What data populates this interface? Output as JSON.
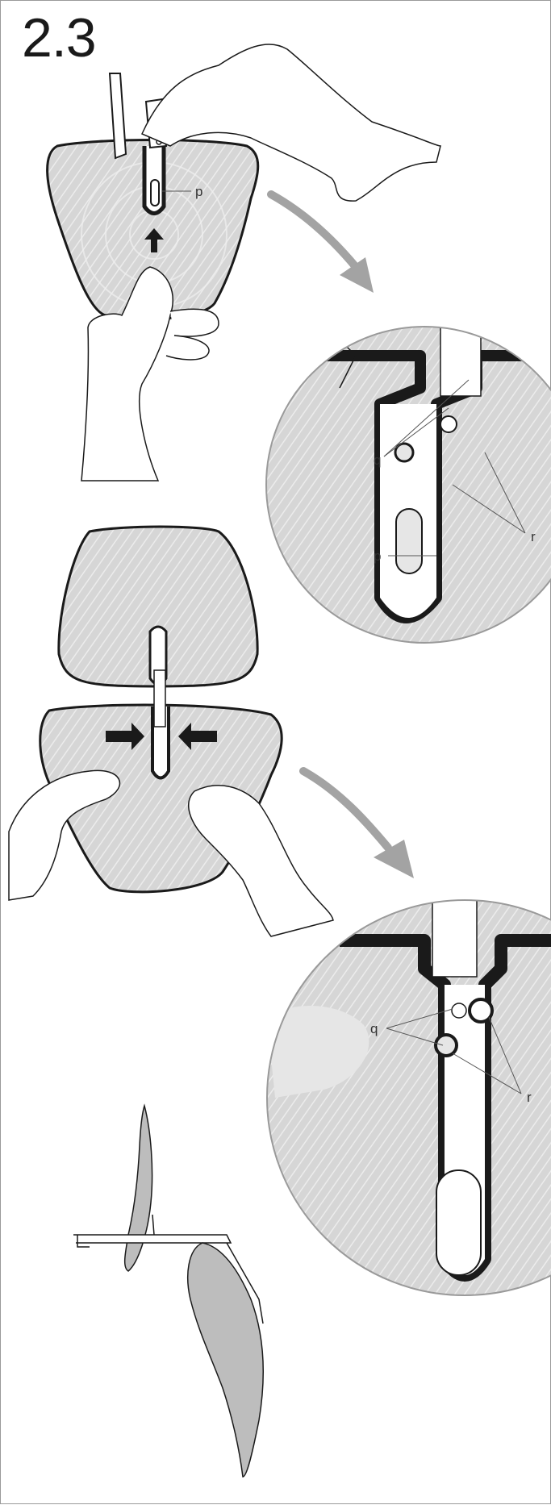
{
  "step": {
    "number": "2.3"
  },
  "callouts": {
    "p": "p",
    "q": "q",
    "r": "r"
  },
  "colors": {
    "ink": "#1a1a1a",
    "shell_fill": "#d4d4d4",
    "shell_light": "#e6e6e6",
    "arrow_gray": "#a3a3a3",
    "frame_border": "#9a9a9a"
  }
}
